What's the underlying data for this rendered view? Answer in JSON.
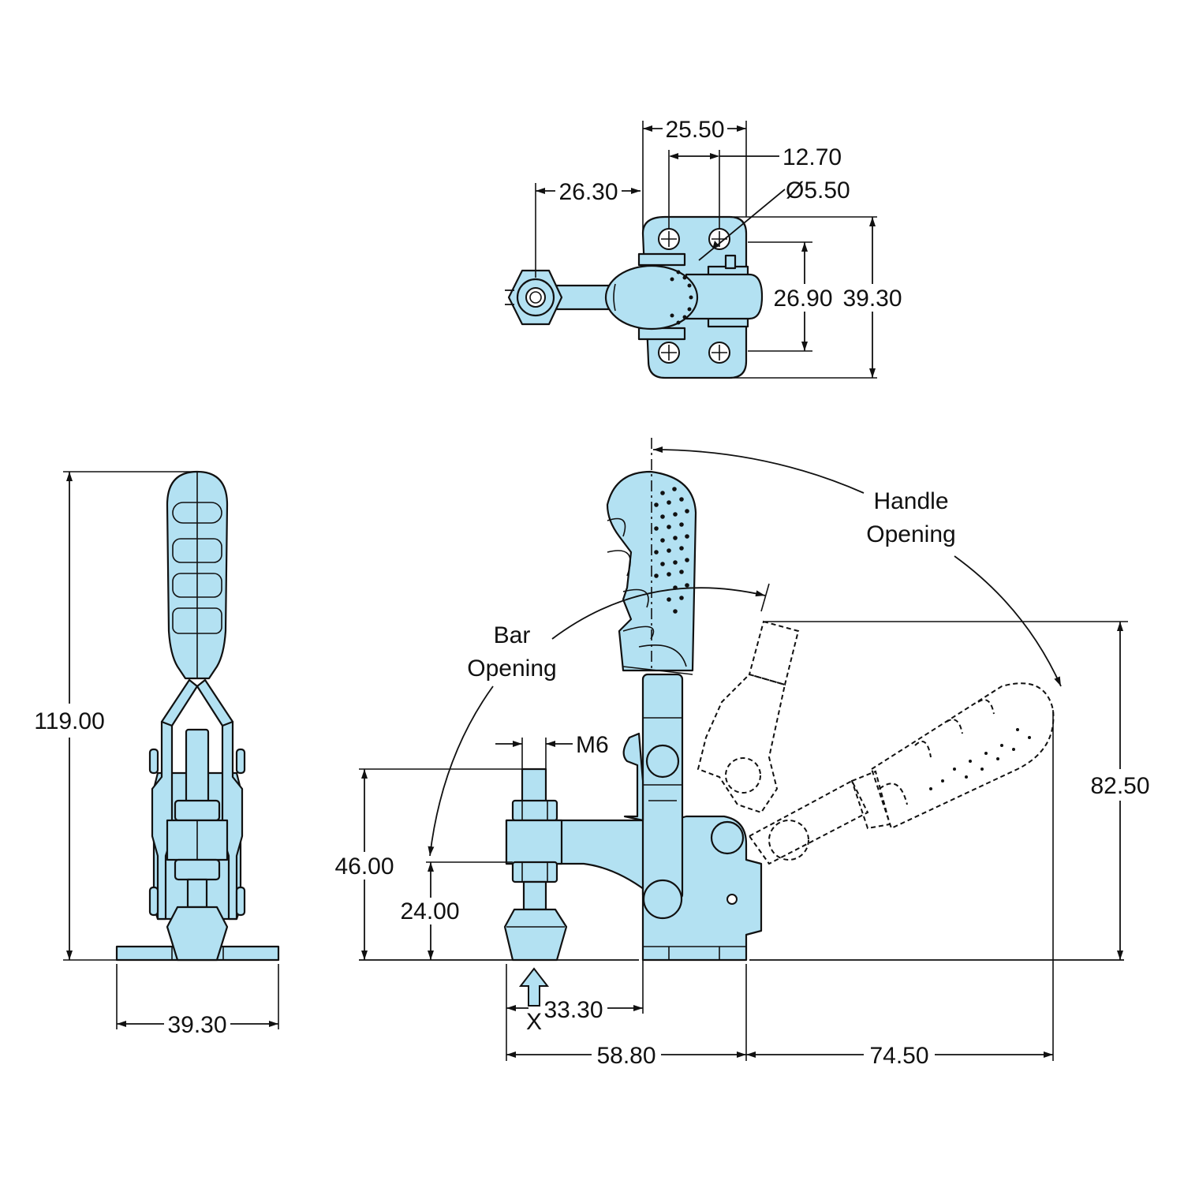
{
  "colors": {
    "part_fill": "#b3e1f2",
    "line": "#111111",
    "background": "#ffffff"
  },
  "top_view": {
    "dim_25_50": "25.50",
    "dim_12_70": "12.70",
    "dim_26_30": "26.30",
    "dim_hole_dia": "Ø5.50",
    "dim_26_90": "26.90",
    "dim_39_30": "39.30"
  },
  "front_view": {
    "dim_height": "119.00",
    "dim_width": "39.30"
  },
  "side_view": {
    "dim_thread": "M6",
    "dim_46_00": "46.00",
    "dim_24_00": "24.00",
    "dim_33_30": "33.30",
    "dim_58_80": "58.80",
    "dim_74_50": "74.50",
    "dim_82_50": "82.50",
    "point_label": "X",
    "bar_opening_line1": "Bar",
    "bar_opening_line2": "Opening",
    "handle_opening_line1": "Handle",
    "handle_opening_line2": "Opening"
  }
}
